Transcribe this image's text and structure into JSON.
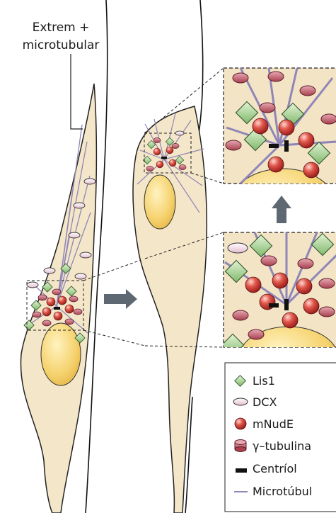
{
  "callout": {
    "line1": "Extrem +",
    "line2": "microtubular"
  },
  "legend": {
    "items": [
      {
        "icon": "lis1-diamond-icon",
        "label": "Lis1",
        "color": "#9ccc8a"
      },
      {
        "icon": "dcx-ellipse-icon",
        "label": "DCX",
        "color": "#e9c9d8"
      },
      {
        "icon": "mnude-sphere-icon",
        "label": "mNudE",
        "color": "#d9453b"
      },
      {
        "icon": "gamma-tubulin-ring-icon",
        "label": "γ–tubulina",
        "color": "#c2566a"
      },
      {
        "icon": "centriole-bar-icon",
        "label": "Centríol",
        "color": "#111111"
      },
      {
        "icon": "microtubule-line-icon",
        "label": "Microtúbul",
        "color": "#8f86b8"
      }
    ]
  },
  "colors": {
    "cell_fill": "#f4e6c8",
    "nucleus_fill": "#f7d77a",
    "zoom_bg": "#f3e4c6",
    "arrow": "#5d6872"
  }
}
